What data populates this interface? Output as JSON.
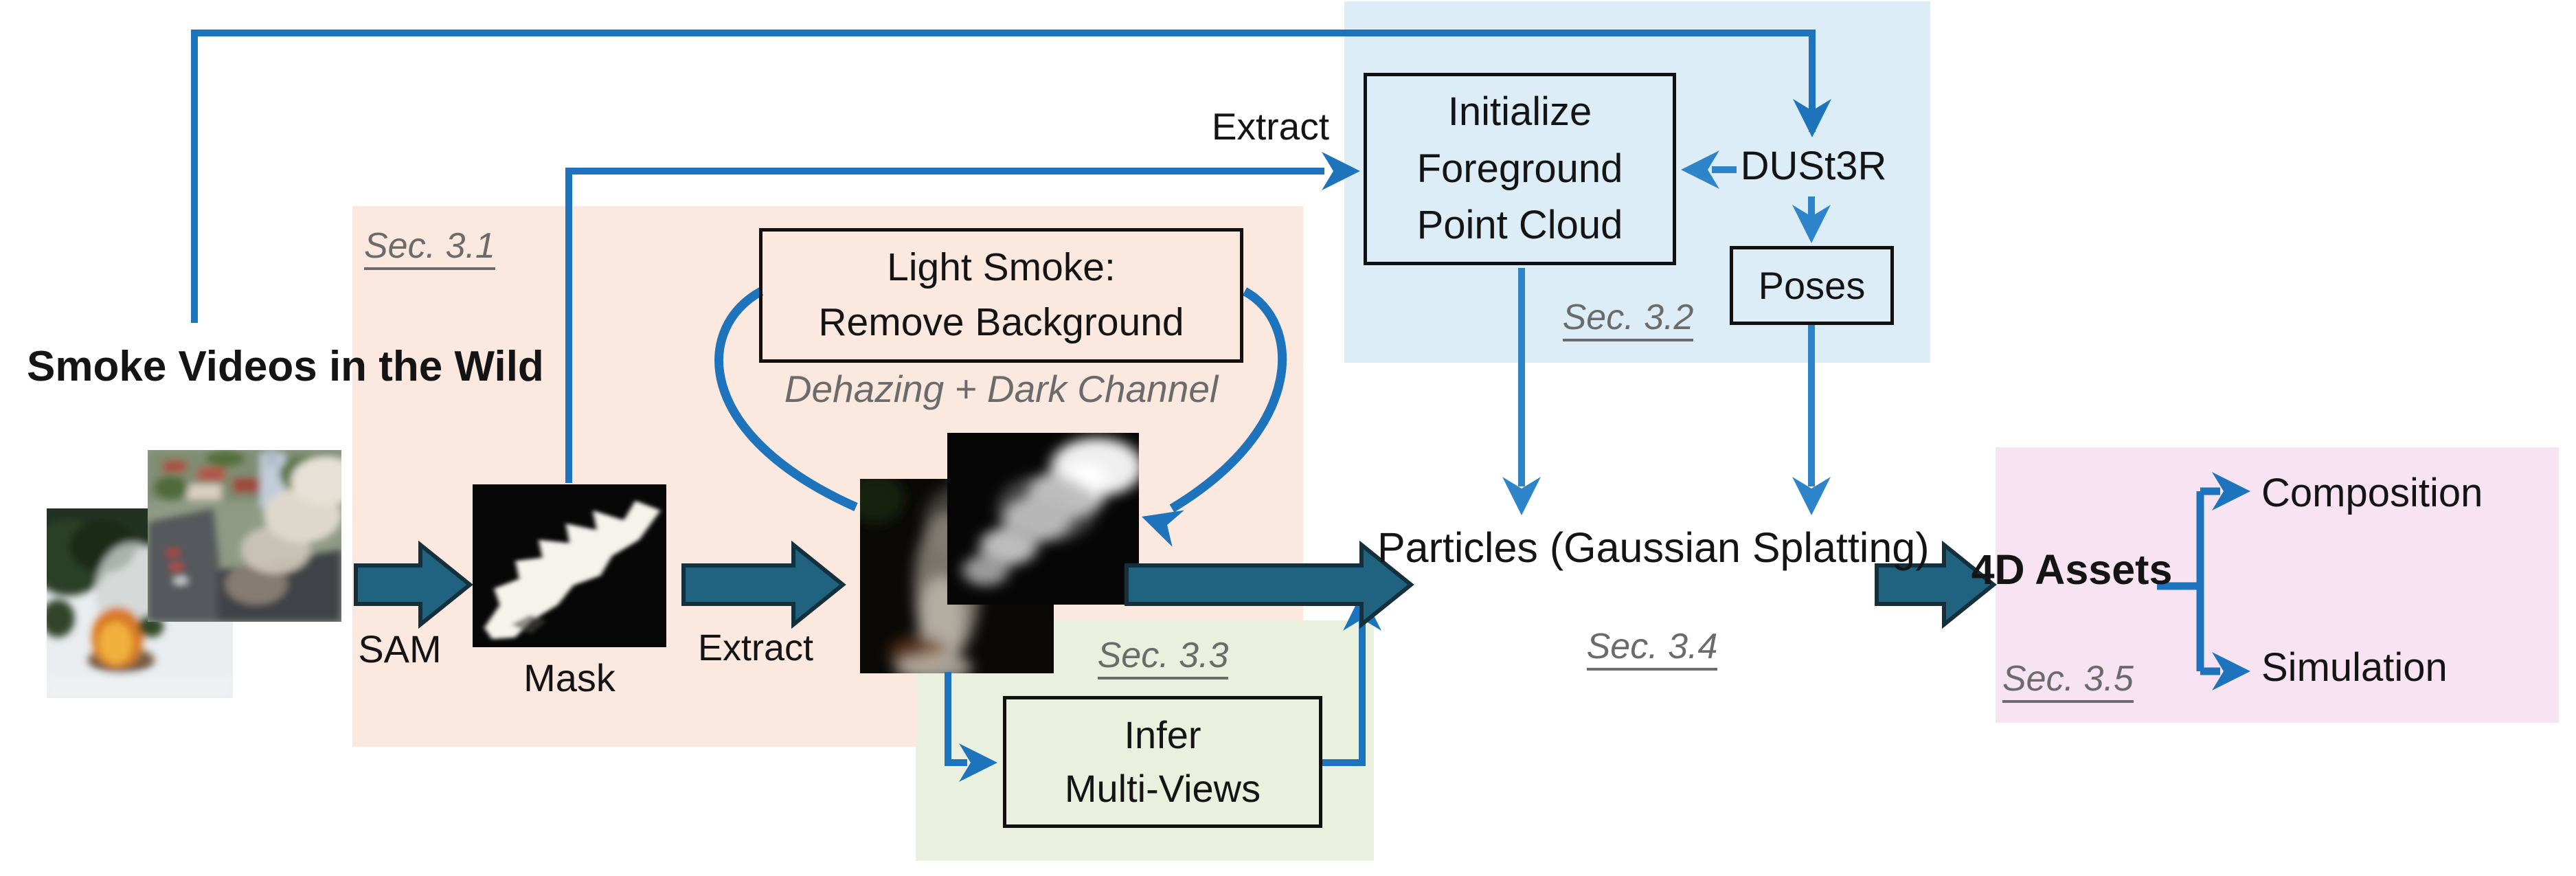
{
  "title": {
    "line1": "Smoke Videos",
    "line2": "in the Wild"
  },
  "stage_segmentation": {
    "section_label": "Sec. 3.1",
    "sam_label": "SAM",
    "mask_label": "Mask",
    "extract_label": "Extract",
    "light_smoke_box": {
      "line1": "Light Smoke:",
      "line2": "Remove Background"
    },
    "dehazing_note": "Dehazing + Dark Channel"
  },
  "stage_pointcloud": {
    "section_label": "Sec. 3.2",
    "extract_label": "Extract",
    "init_box": {
      "line1": "Initialize",
      "line2": "Foreground",
      "line3": "Point Cloud"
    },
    "dust3r_label": "DUSt3R",
    "poses_label": "Poses"
  },
  "stage_multiview": {
    "section_label": "Sec. 3.3",
    "infer_box": {
      "line1": "Infer",
      "line2": "Multi-Views"
    }
  },
  "stage_particles": {
    "section_label": "Sec. 3.4",
    "line1": "Particles",
    "line2": "(Gaussian Splatting)"
  },
  "stage_assets": {
    "section_label": "Sec. 3.5",
    "line1": "4D",
    "line2": "Assets",
    "output_top": "Composition",
    "output_bottom": "Simulation"
  },
  "images": {
    "input_fire": "wild-smoke-video-frame-fire",
    "input_city": "wild-smoke-video-frame-city",
    "mask": "sam-segmentation-mask",
    "smoke_photo": "extracted-smoke-crop",
    "smoke_matte": "background-removed-smoke-crop"
  },
  "colors": {
    "connector_blue": "#1d74bc",
    "connector_blue_light": "#2e84c8",
    "block_arrow_fill": "#1f6380",
    "block_arrow_stroke": "#14303c",
    "pink_bg": "#fbe9e0",
    "blue_bg": "#dcedf7",
    "green_bg": "#e9f1de",
    "purple_bg": "#f7e3f1",
    "gray_text": "#6b6b6b",
    "text_black": "#141414"
  }
}
